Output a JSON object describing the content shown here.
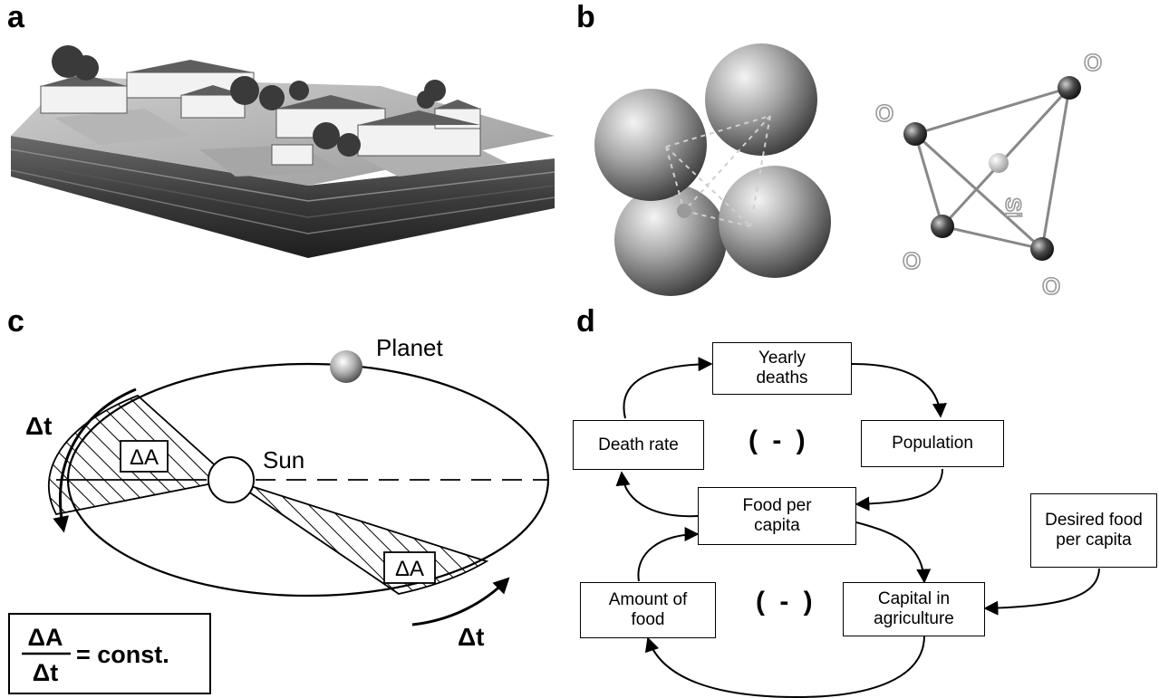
{
  "panels": {
    "a": {
      "letter": "a"
    },
    "b": {
      "letter": "b",
      "atoms": {
        "oxygen": "O",
        "silicon": "Si"
      }
    },
    "c": {
      "letter": "c",
      "planet_label": "Planet",
      "sun_label": "Sun",
      "delta_t": "Δt",
      "delta_a": "ΔA",
      "formula": {
        "numerator": "ΔA",
        "denominator": "Δt",
        "rhs": "= const."
      }
    },
    "d": {
      "letter": "d",
      "boxes": {
        "yearly_deaths": [
          "Yearly",
          "deaths"
        ],
        "population": "Population",
        "death_rate": "Death rate",
        "food_per_capita": [
          "Food per",
          "capita"
        ],
        "desired_food": [
          "Desired food",
          "per capita"
        ],
        "amount_of_food": [
          "Amount of",
          "food"
        ],
        "capital": [
          "Capital in",
          "agriculture"
        ]
      },
      "loop_sign": "( - )"
    }
  },
  "colors": {
    "ink": "#000000",
    "paper": "#ffffff"
  }
}
